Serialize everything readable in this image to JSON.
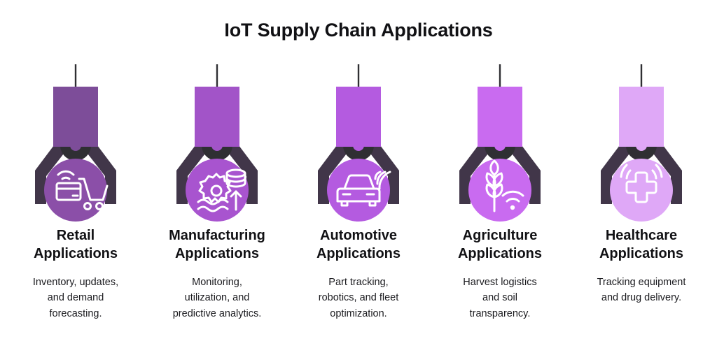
{
  "header": {
    "title": "IoT Supply Chain Applications"
  },
  "theme": {
    "background": "#ffffff",
    "title_color": "#111114",
    "arm_color": "#413649",
    "antenna_color": "#2f2f33",
    "text_color": "#1b1b1f"
  },
  "columns": [
    {
      "id": "retail",
      "title": "Retail\nApplications",
      "description": "Inventory, updates,\nand demand\nforecasting.",
      "head_color": "#7D4D99",
      "badge_color": "#8B4FA8",
      "icon": "shopping-cart-card-wifi-icon"
    },
    {
      "id": "manufacturing",
      "title": "Manufacturing\nApplications",
      "description": "Monitoring,\nutilization, and\npredictive analytics.",
      "head_color": "#A254C8",
      "badge_color": "#A854CF",
      "icon": "gear-waves-database-icon"
    },
    {
      "id": "automotive",
      "title": "Automotive\nApplications",
      "description": "Part tracking,\nrobotics, and fleet\noptimization.",
      "head_color": "#B45BE0",
      "badge_color": "#B45BE0",
      "icon": "connected-car-icon"
    },
    {
      "id": "agriculture",
      "title": "Agriculture\nApplications",
      "description": "Harvest logistics\nand soil\ntransparency.",
      "head_color": "#C96BF0",
      "badge_color": "#C96BF0",
      "icon": "wheat-stalk-signal-icon"
    },
    {
      "id": "healthcare",
      "title": "Healthcare\nApplications",
      "description": "Tracking equipment\nand drug delivery.",
      "head_color": "#DFA8F7",
      "badge_color": "#DFA8F7",
      "icon": "medical-cross-signal-icon"
    }
  ]
}
